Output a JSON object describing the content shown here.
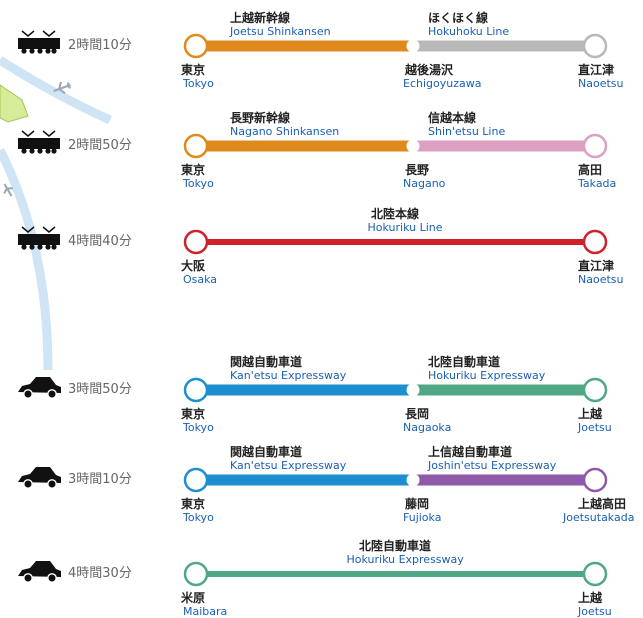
{
  "colors": {
    "joetsu": "#e08a1e",
    "hokuhoku": "#b8b8b8",
    "nagano": "#e08a1e",
    "shinetsu": "#dd9fc2",
    "hokuriku_line": "#d0202a",
    "kanetsu": "#1d8fd0",
    "hokuriku_exp": "#4fa785",
    "joshinetsu": "#8e5aa8",
    "station_label_en": "#1a5fb4",
    "duration_text": "#666666",
    "arc": "#cfe4f4"
  },
  "routes": [
    {
      "mode": "train",
      "duration": "2時間10分",
      "segments": [
        {
          "name_jp": "上越新幹線",
          "name_en": "Joetsu Shinkansen",
          "color": "#e08a1e"
        },
        {
          "name_jp": "ほくほく線",
          "name_en": "Hokuhoku Line",
          "color": "#b8b8b8"
        }
      ],
      "stations": [
        {
          "jp": "東京",
          "en": "Tokyo"
        },
        {
          "jp": "越後湯沢",
          "en": "Echigoyuzawa"
        },
        {
          "jp": "直江津",
          "en": "Naoetsu"
        }
      ]
    },
    {
      "mode": "train",
      "duration": "2時間50分",
      "segments": [
        {
          "name_jp": "長野新幹線",
          "name_en": "Nagano Shinkansen",
          "color": "#e08a1e"
        },
        {
          "name_jp": "信越本線",
          "name_en": "Shin'etsu Line",
          "color": "#dd9fc2"
        }
      ],
      "stations": [
        {
          "jp": "東京",
          "en": "Tokyo"
        },
        {
          "jp": "長野",
          "en": "Nagano"
        },
        {
          "jp": "高田",
          "en": "Takada"
        }
      ]
    },
    {
      "mode": "train",
      "duration": "4時間40分",
      "segments": [
        {
          "name_jp": "北陸本線",
          "name_en": "Hokuriku Line",
          "color": "#d0202a"
        }
      ],
      "stations": [
        {
          "jp": "大阪",
          "en": "Osaka"
        },
        {
          "jp": "直江津",
          "en": "Naoetsu"
        }
      ]
    },
    {
      "mode": "car",
      "duration": "3時間50分",
      "segments": [
        {
          "name_jp": "関越自動車道",
          "name_en": "Kan'etsu Expressway",
          "color": "#1d8fd0"
        },
        {
          "name_jp": "北陸自動車道",
          "name_en": "Hokuriku Expressway",
          "color": "#4fa785"
        }
      ],
      "stations": [
        {
          "jp": "東京",
          "en": "Tokyo"
        },
        {
          "jp": "長岡",
          "en": "Nagaoka"
        },
        {
          "jp": "上越",
          "en": "Joetsu"
        }
      ]
    },
    {
      "mode": "car",
      "duration": "3時間10分",
      "segments": [
        {
          "name_jp": "関越自動車道",
          "name_en": "Kan'etsu Expressway",
          "color": "#1d8fd0"
        },
        {
          "name_jp": "上信越自動車道",
          "name_en": "Joshin'etsu Expressway",
          "color": "#8e5aa8"
        }
      ],
      "stations": [
        {
          "jp": "東京",
          "en": "Tokyo"
        },
        {
          "jp": "藤岡",
          "en": "Fujioka"
        },
        {
          "jp": "上越高田",
          "en": "Joetsutakada"
        }
      ]
    },
    {
      "mode": "car",
      "duration": "4時間30分",
      "segments": [
        {
          "name_jp": "北陸自動車道",
          "name_en": "Hokuriku Expressway",
          "color": "#4fa785"
        }
      ],
      "stations": [
        {
          "jp": "米原",
          "en": "Maibara"
        },
        {
          "jp": "上越",
          "en": "Joetsu"
        }
      ]
    }
  ]
}
